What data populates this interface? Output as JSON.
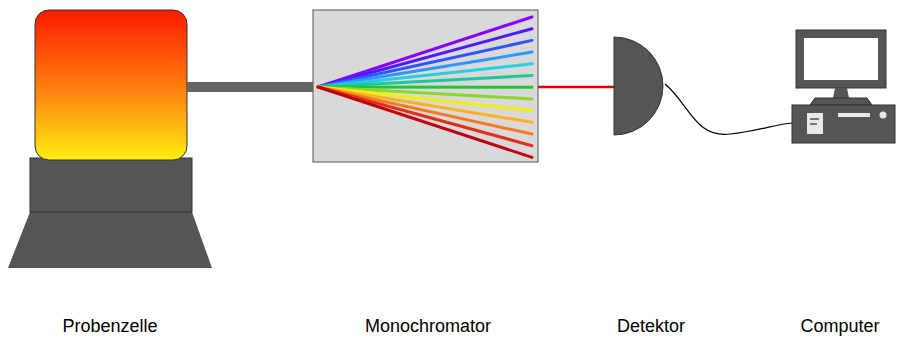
{
  "diagram": {
    "labels": [
      "Probenzelle",
      "Monochromator",
      "Detektor",
      "Computer"
    ]
  }
}
